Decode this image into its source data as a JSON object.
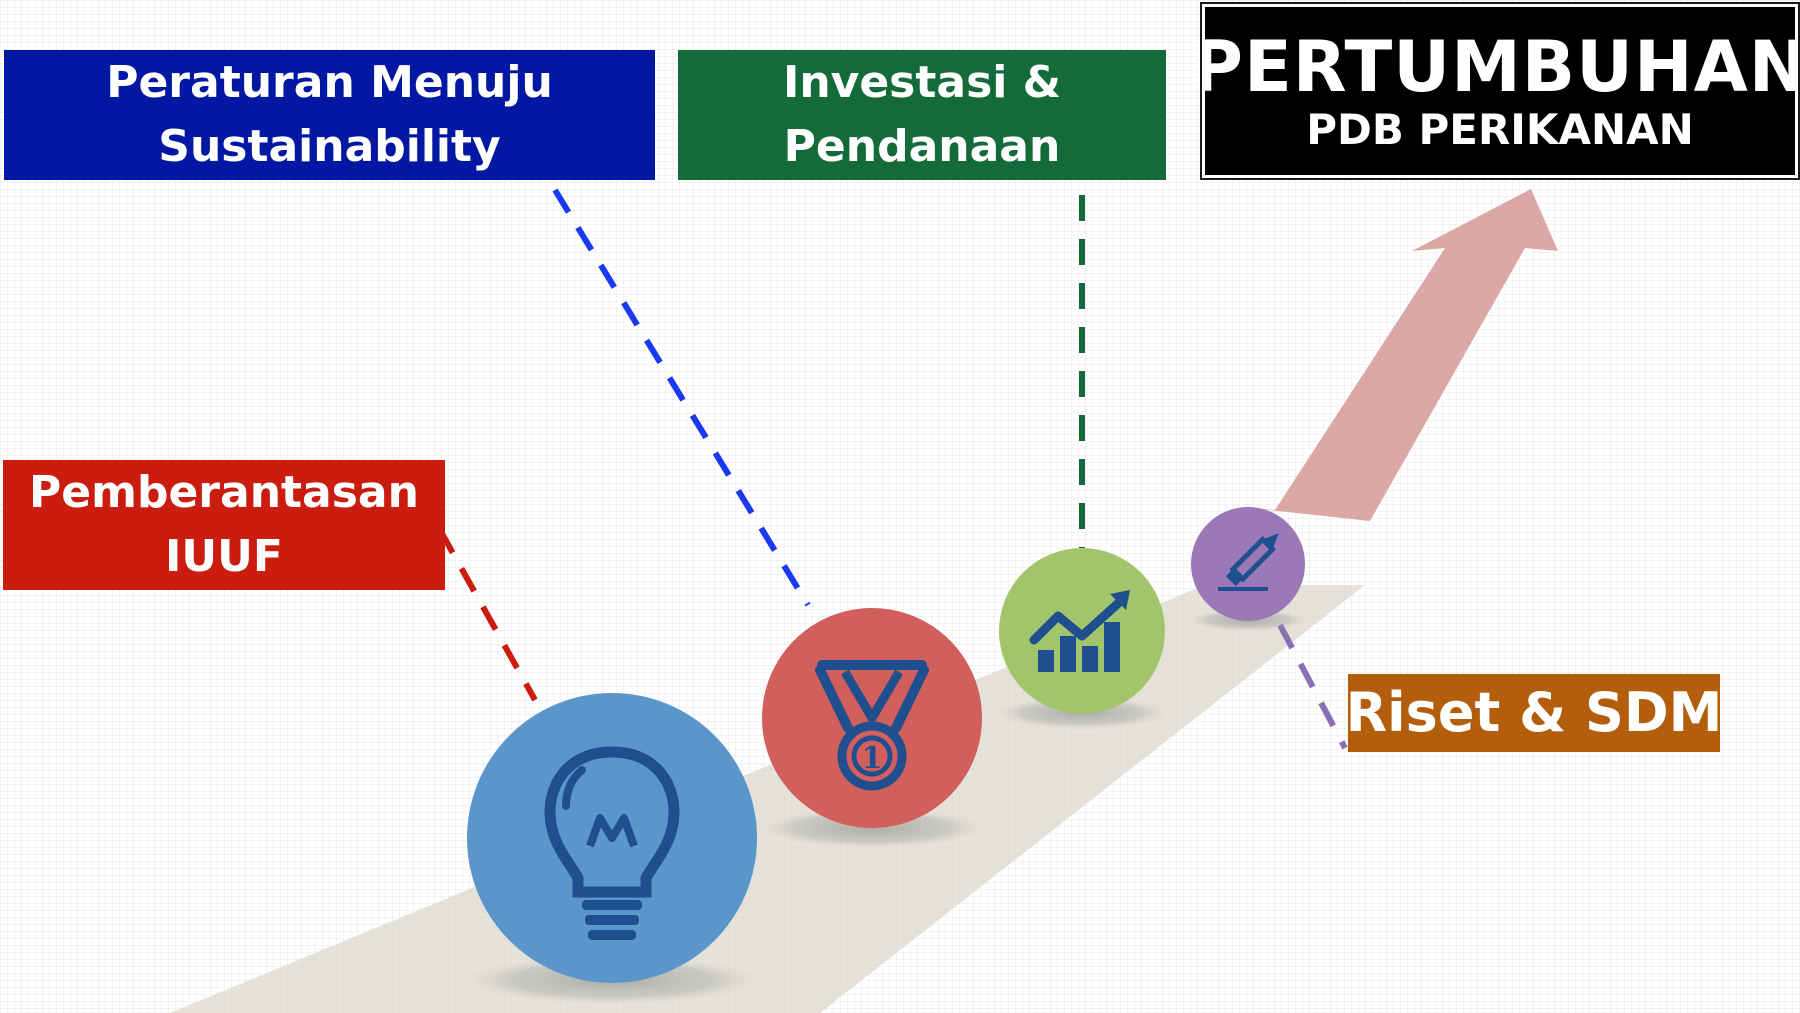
{
  "labels": {
    "regulation": {
      "line1": "Peraturan Menuju",
      "line2": "Sustainability",
      "color": "#0318a2"
    },
    "investment": {
      "line1": "Investasi &",
      "line2": "Pendanaan",
      "color": "#146b39"
    },
    "iuuf": {
      "line1": "Pemberantasan",
      "line2": "IUUF",
      "color": "#cb1d0f"
    },
    "research": {
      "text": "Riset & SDM",
      "color": "#b35e0d"
    },
    "growth": {
      "title": "PERTUMBUHAN",
      "subtitle": "PDB PERIKANAN",
      "color": "#000000"
    }
  },
  "circles": [
    {
      "name": "lightbulb",
      "icon": "lightbulb-icon",
      "color": "#5b96cb"
    },
    {
      "name": "medal",
      "icon": "medal-icon",
      "color": "#d15f5c"
    },
    {
      "name": "chart",
      "icon": "growth-chart-icon",
      "color": "#a2c56b"
    },
    {
      "name": "pencil",
      "icon": "pencil-icon",
      "color": "#9b79b8"
    }
  ],
  "colors": {
    "icon_fill": "#1f4f8f",
    "arrow": "#d89f9c",
    "path": "#dcd9cc",
    "connector_iuuf": "#cb1d0f",
    "connector_regulation": "#1b38f2",
    "connector_investment": "#146b39",
    "connector_research": "#8a6fb3"
  }
}
